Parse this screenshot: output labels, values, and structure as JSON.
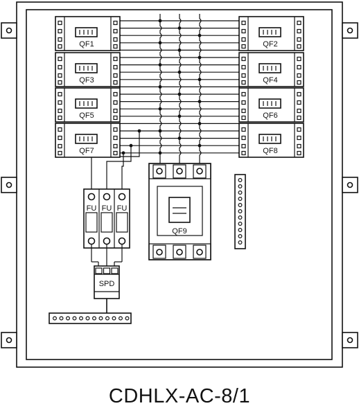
{
  "caption": "CDHLX-AC-8/1",
  "breakers": {
    "left": [
      "QF1",
      "QF3",
      "QF5",
      "QF7"
    ],
    "right": [
      "QF2",
      "QF4",
      "QF6",
      "QF8"
    ]
  },
  "main_breaker": "QF9",
  "fuses": [
    "FU",
    "FU",
    "FU"
  ],
  "surge_protector": "SPD"
}
